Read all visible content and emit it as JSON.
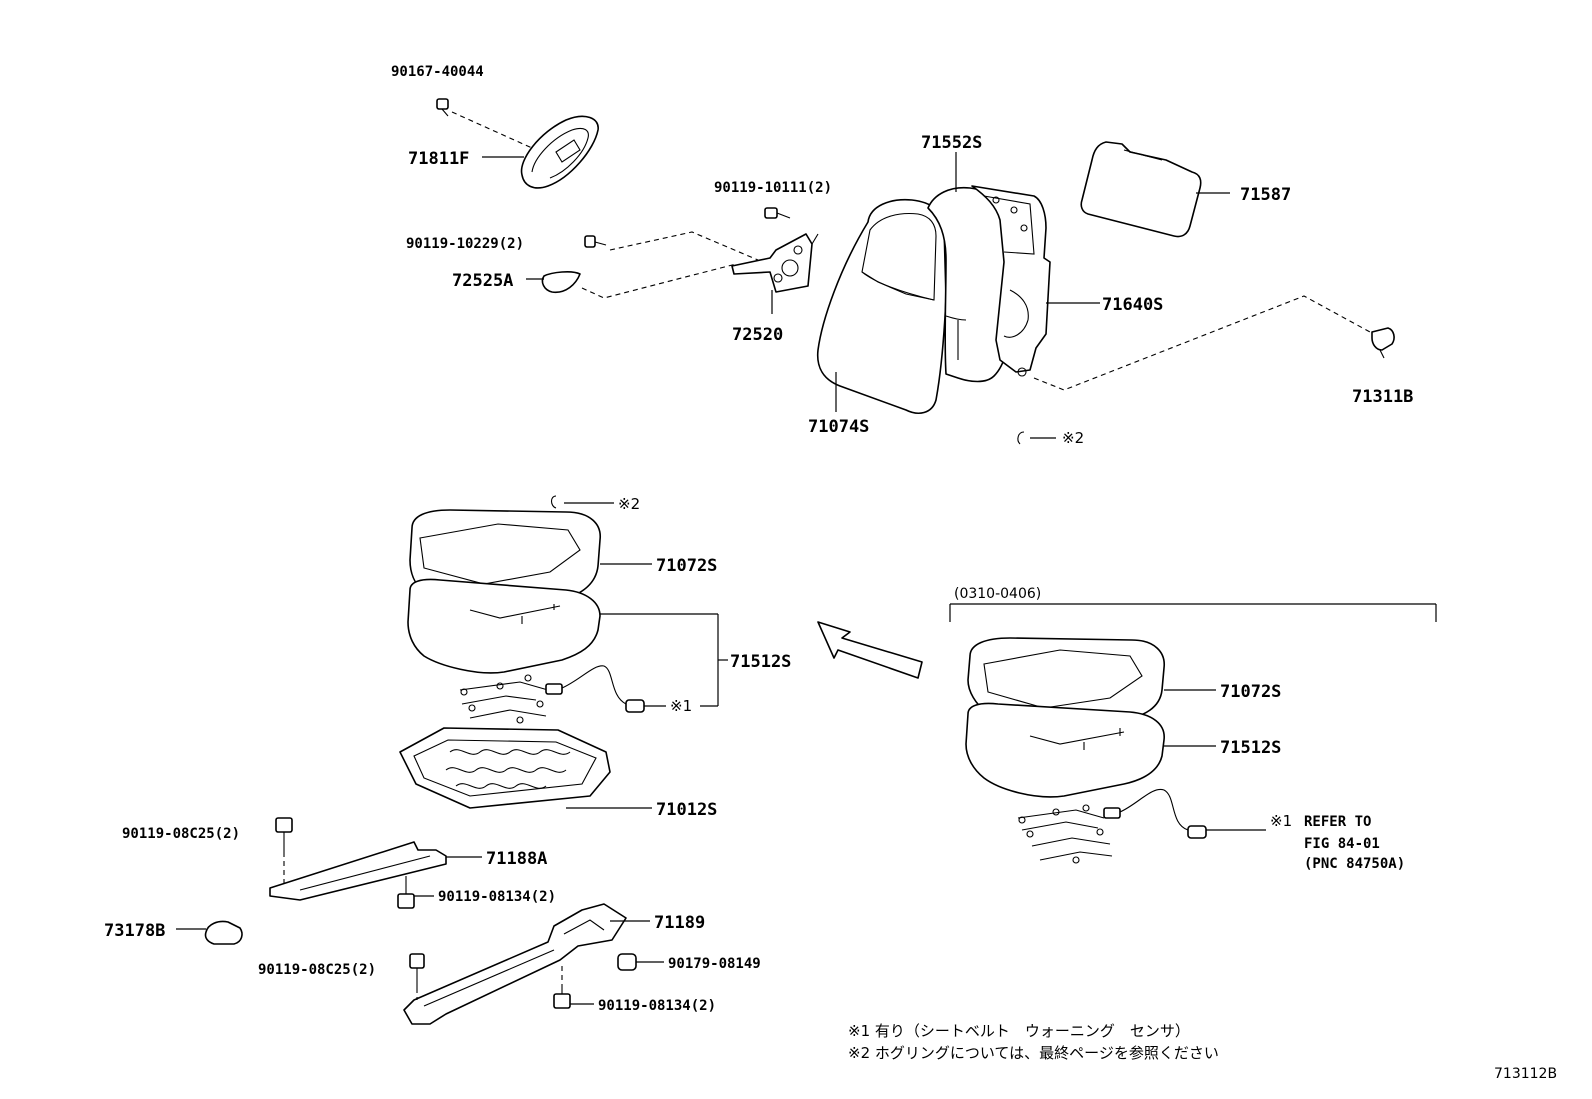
{
  "labels": {
    "p90167_40044": "90167-40044",
    "p71811F": "71811F",
    "p71552S": "71552S",
    "p71587": "71587",
    "p90119_10111": "90119-10111(2)",
    "p90119_10229": "90119-10229(2)",
    "p72525A": "72525A",
    "p72520": "72520",
    "p71640S": "71640S",
    "p71311B": "71311B",
    "p71074S": "71074S",
    "ring_ref_upper": "※2",
    "ring_ref_lower": "※2",
    "p71072S": "71072S",
    "p71512S": "71512S",
    "sensor_ref_left": "※1",
    "p71012S": "71012S",
    "p90119_08C25_a": "90119-08C25(2)",
    "p71188A": "71188A",
    "p90119_08134_a": "90119-08134(2)",
    "p73178B": "73178B",
    "p71189": "71189",
    "p90119_08C25_b": "90119-08C25(2)",
    "p90179_08149": "90179-08149",
    "p90119_08134_b": "90119-08134(2)",
    "date_range": "(0310-0406)",
    "p71072S_alt": "71072S",
    "p71512S_alt": "71512S",
    "sensor_ref_right": "※1",
    "refer_line1": "REFER TO",
    "refer_line2": "FIG 84-01",
    "refer_line3": "(PNC 84750A)"
  },
  "footnotes": {
    "note1": "※1 有り（シートベルト　ウォーニング　センサ）",
    "note2": "※2 ホグリングについては、最終ページを参照ください"
  },
  "illustration_id": "713112B"
}
